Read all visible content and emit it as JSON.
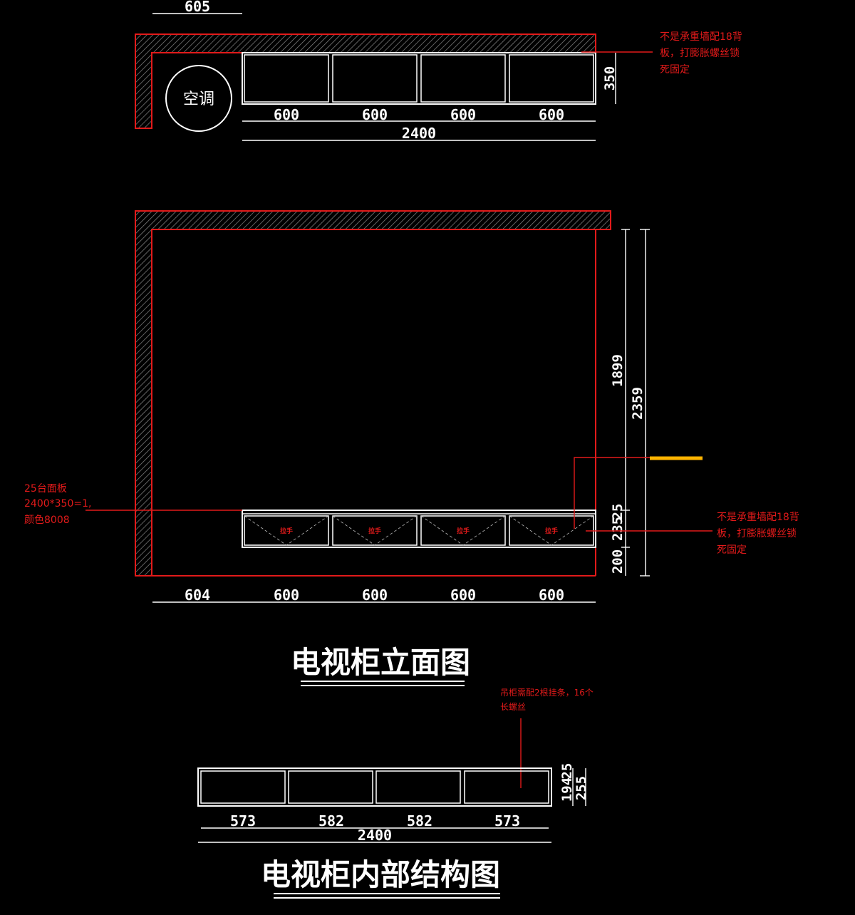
{
  "plan": {
    "top_dim": "605",
    "circle_label": "空调",
    "height_dim": "350",
    "bay_dims": [
      "600",
      "600",
      "600",
      "600"
    ],
    "total_dim": "2400",
    "note_lines": [
      "不是承重墙配18背",
      "板，打膨胀螺丝锁",
      "死固定"
    ]
  },
  "elevation": {
    "vert_dims": {
      "inner": "1899",
      "outer": "2359",
      "top_band": "25",
      "drawer": "235",
      "base": "200"
    },
    "bottom_dims": [
      "604",
      "600",
      "600",
      "600",
      "600"
    ],
    "left_note_lines": [
      "25台面板",
      "2400*350=1,",
      "颜色8008"
    ],
    "right_note_lines": [
      "不是承重墙配18背",
      "板，打膨胀螺丝锁",
      "死固定"
    ],
    "drawer_tag": "拉手",
    "title": "电视柜立面图",
    "colors": {
      "wall": "#e21a1a",
      "cabinet": "#ffffff",
      "accent": "#ffb400",
      "background": "#000000"
    }
  },
  "structure": {
    "note_lines": [
      "吊柜需配2根挂条，16个",
      "长螺丝"
    ],
    "dims": [
      "573",
      "582",
      "582",
      "573"
    ],
    "total_dim": "2400",
    "vert_dims": {
      "a": "194",
      "b": "25",
      "c": "255"
    },
    "title": "电视柜内部结构图"
  }
}
